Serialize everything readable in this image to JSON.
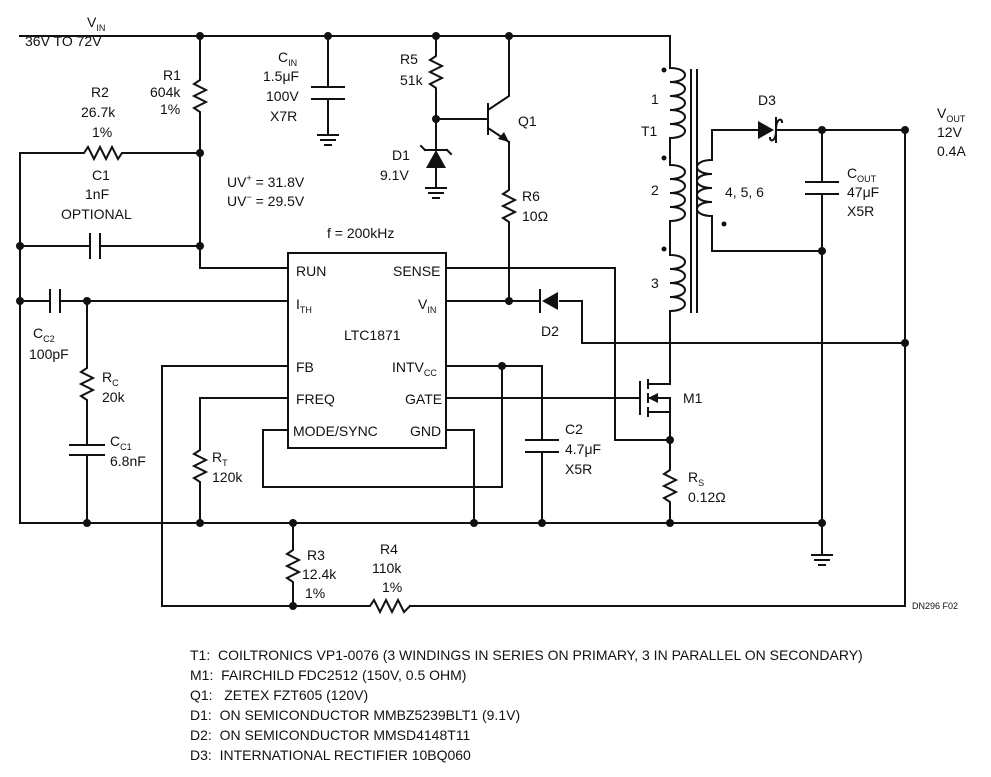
{
  "input": {
    "name": "V",
    "sub": "IN",
    "range": "36V TO 72V"
  },
  "output": {
    "name": "V",
    "sub": "OUT",
    "voltage": "12V",
    "current": "0.4A"
  },
  "ic": {
    "part": "LTC1871",
    "pins": {
      "run": "RUN",
      "ith_main": "I",
      "ith_sub": "TH",
      "fb": "FB",
      "freq": "FREQ",
      "mode": "MODE/SYNC",
      "sense": "SENSE",
      "vin_main": "V",
      "vin_sub": "IN",
      "intvcc_main": "INTV",
      "intvcc_sub": "CC",
      "gate": "GATE",
      "gnd": "GND"
    }
  },
  "notes_uv": {
    "uvp": "UV",
    "uvp_sup": "+",
    "uvp_val": " = 31.8V",
    "uvm": "UV",
    "uvm_sup": "−",
    "uvm_val": " = 29.5V"
  },
  "freq_label": "f = 200kHz",
  "components": {
    "r1": {
      "name": "R1",
      "value": "604k",
      "tol": "1%"
    },
    "r2": {
      "name": "R2",
      "value": "26.7k",
      "tol": "1%"
    },
    "c1": {
      "name": "C1",
      "value": "1nF",
      "note": "OPTIONAL"
    },
    "cin": {
      "name": "C",
      "sub": "IN",
      "value": "1.5μF",
      "rating": "100V",
      "dielectric": "X7R"
    },
    "r5": {
      "name": "R5",
      "value": "51k"
    },
    "q1": {
      "name": "Q1"
    },
    "d1": {
      "name": "D1",
      "value": "9.1V"
    },
    "r6": {
      "name": "R6",
      "value": "10Ω"
    },
    "t1": {
      "name": "T1",
      "w1": "1",
      "w2": "2",
      "w3": "3",
      "sec": "4, 5, 6"
    },
    "d3": {
      "name": "D3"
    },
    "cout": {
      "name": "C",
      "sub": "OUT",
      "value": "47μF",
      "dielectric": "X5R"
    },
    "d2": {
      "name": "D2"
    },
    "cc2": {
      "name": "C",
      "sub": "C2",
      "value": "100pF"
    },
    "rc": {
      "name": "R",
      "sub": "C",
      "value": "20k"
    },
    "cc1": {
      "name": "C",
      "sub": "C1",
      "value": "6.8nF"
    },
    "rt": {
      "name": "R",
      "sub": "T",
      "value": "120k"
    },
    "c2": {
      "name": "C2",
      "value": "4.7μF",
      "dielectric": "X5R"
    },
    "m1": {
      "name": "M1"
    },
    "rs": {
      "name": "R",
      "sub": "S",
      "value": "0.12Ω"
    },
    "r3": {
      "name": "R3",
      "value": "12.4k",
      "tol": "1%"
    },
    "r4": {
      "name": "R4",
      "value": "110k",
      "tol": "1%"
    }
  },
  "figure_id": "DN296 F02",
  "bom": [
    "T1:  COILTRONICS VP1-0076 (3 WINDINGS IN SERIES ON PRIMARY, 3 IN PARALLEL ON SECONDARY)",
    "M1:  FAIRCHILD FDC2512 (150V, 0.5 OHM)",
    "Q1:   ZETEX FZT605 (120V)",
    "D1:  ON SEMICONDUCTOR MMBZ5239BLT1 (9.1V)",
    "D2:  ON SEMICONDUCTOR MMSD4148T11",
    "D3:  INTERNATIONAL RECTIFIER 10BQ060"
  ]
}
